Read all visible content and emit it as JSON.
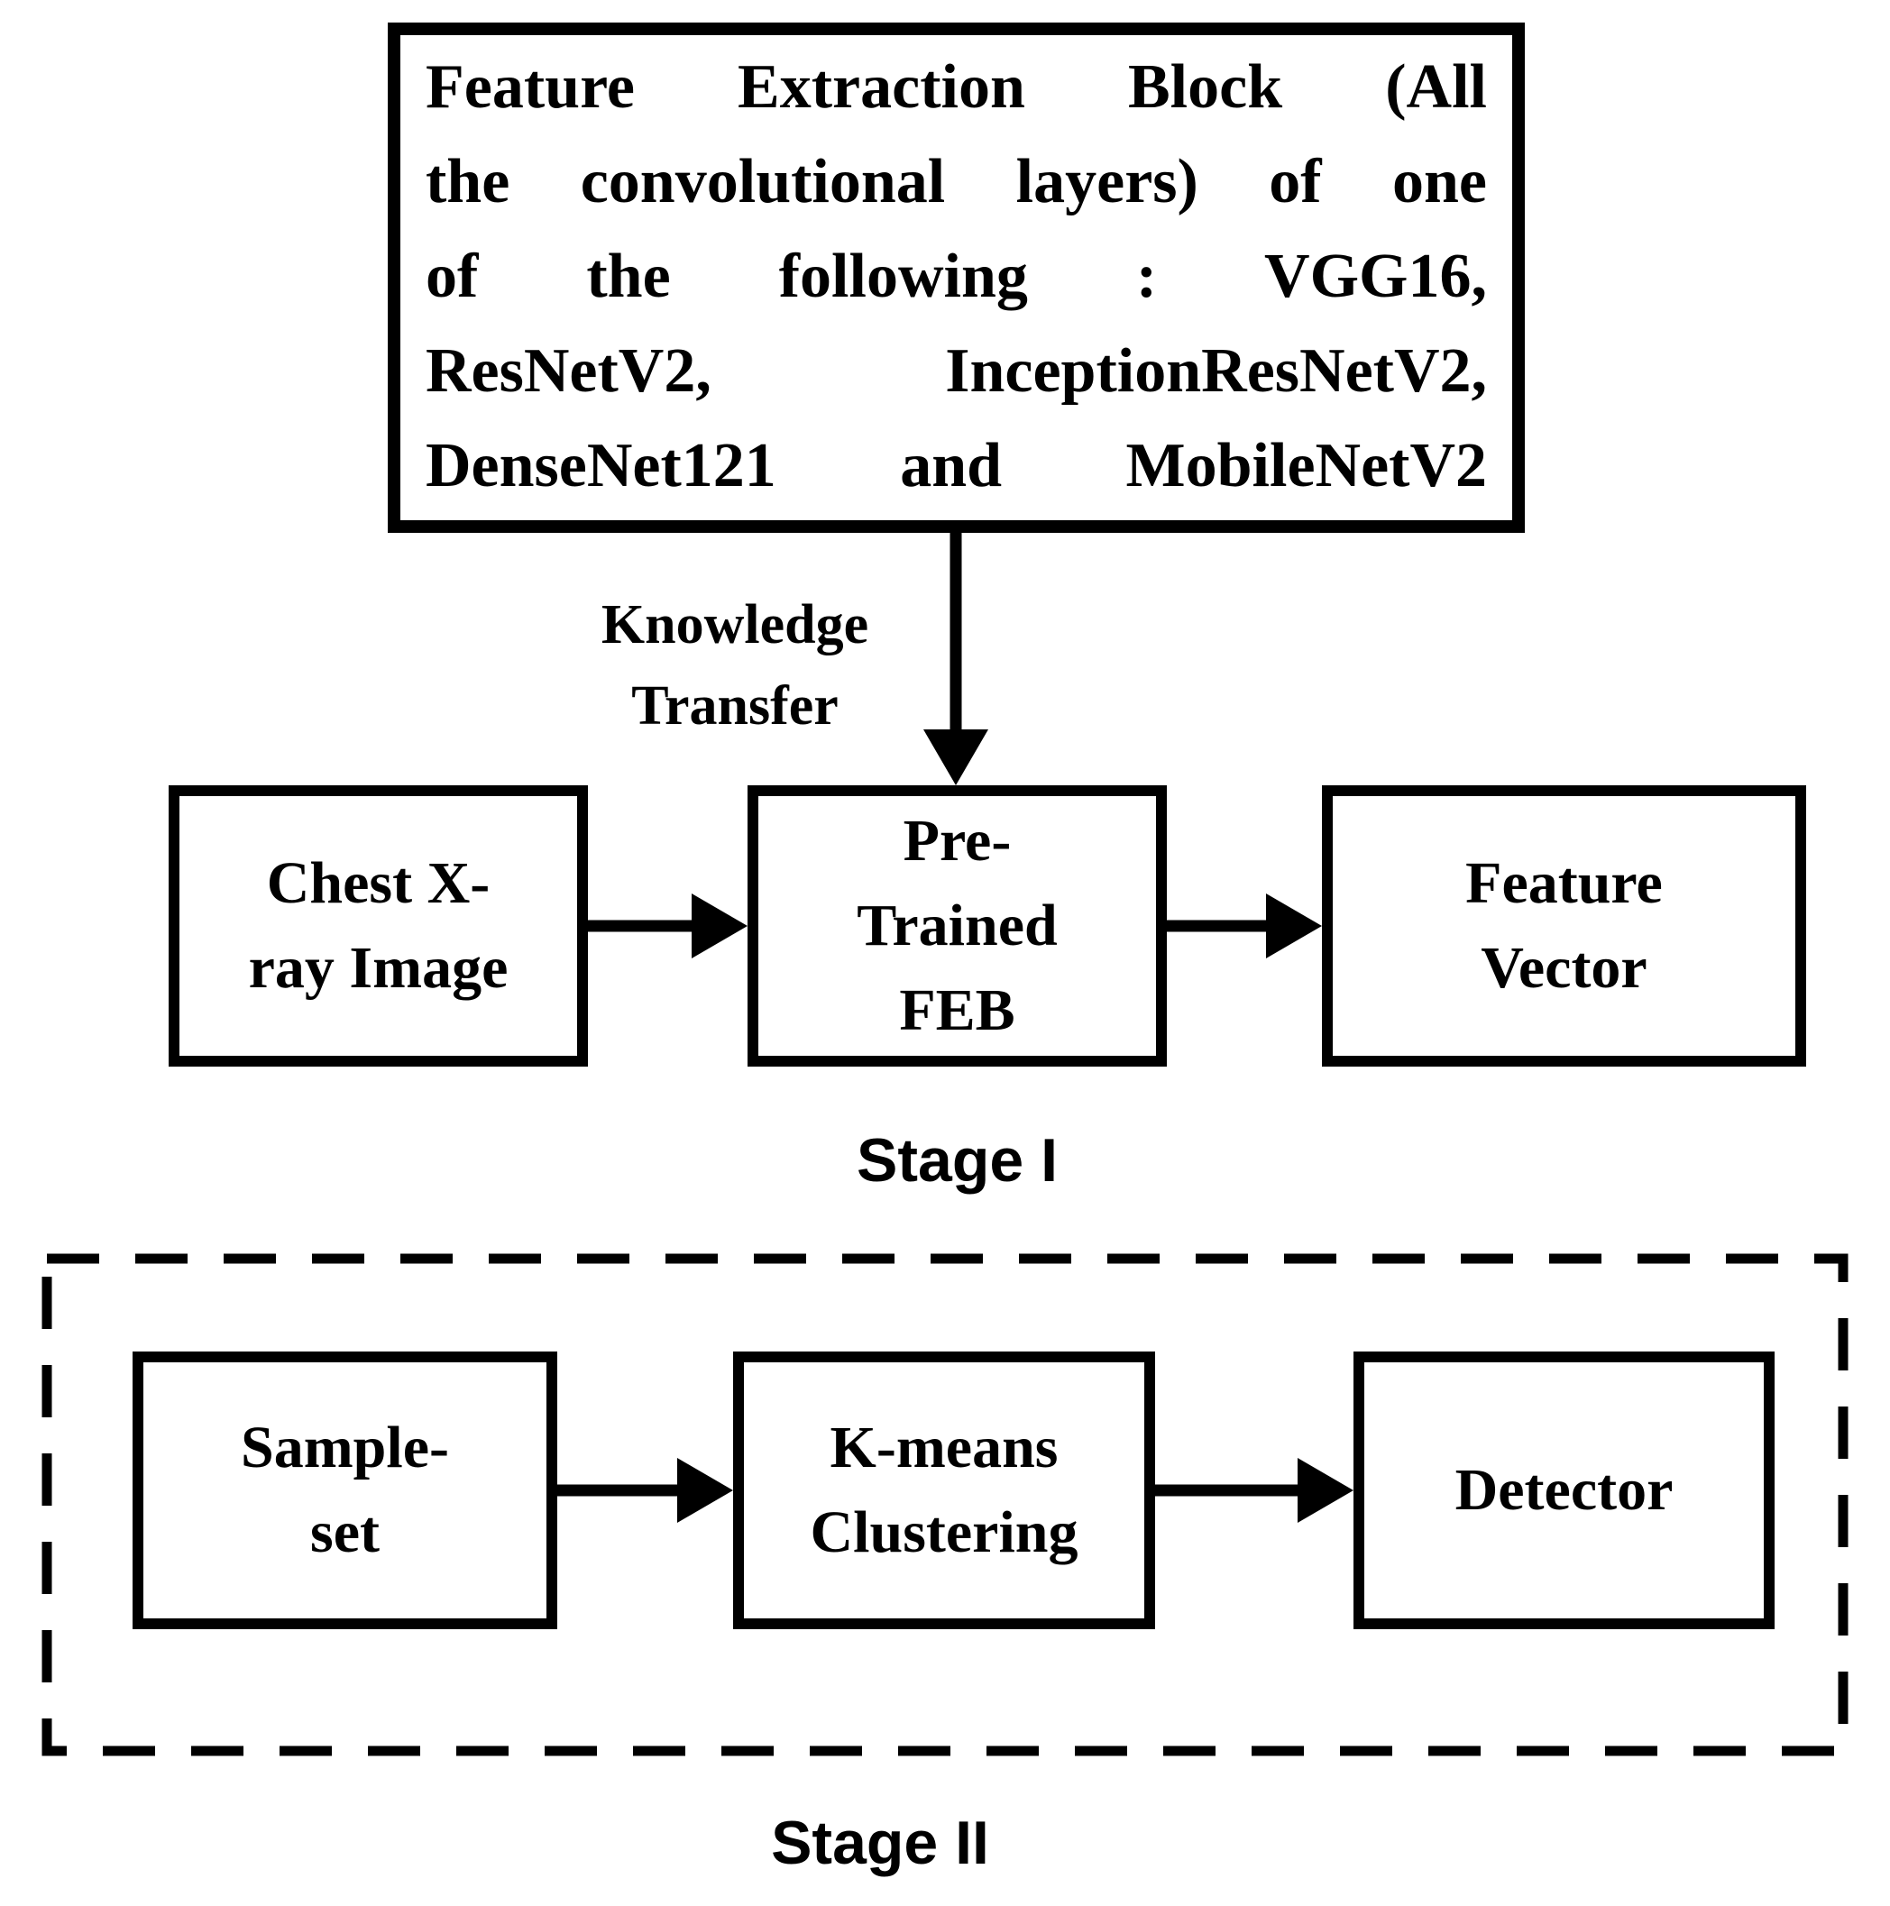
{
  "colors": {
    "ink": "#000000",
    "background": "#ffffff"
  },
  "stage1": {
    "stage_label": "Stage I",
    "feb_source_label": "Feature Extraction Block (All\nthe convolutional layers) of one\nof the following : VGG16,\nResNetV2, InceptionResNetV2,\nDenseNet121 and MobileNetV2",
    "knowledge_transfer_label": "Knowledge\nTransfer",
    "chest_xray_label": "Chest X-\nray Image",
    "pretrained_feb_label": "Pre-\nTrained\nFEB",
    "feature_vector_label": "Feature\nVector"
  },
  "stage2": {
    "stage_label": "Stage II",
    "sample_set_label": "Sample-\nset",
    "kmeans_label": "K-means\nClustering",
    "detector_label": "Detector"
  }
}
